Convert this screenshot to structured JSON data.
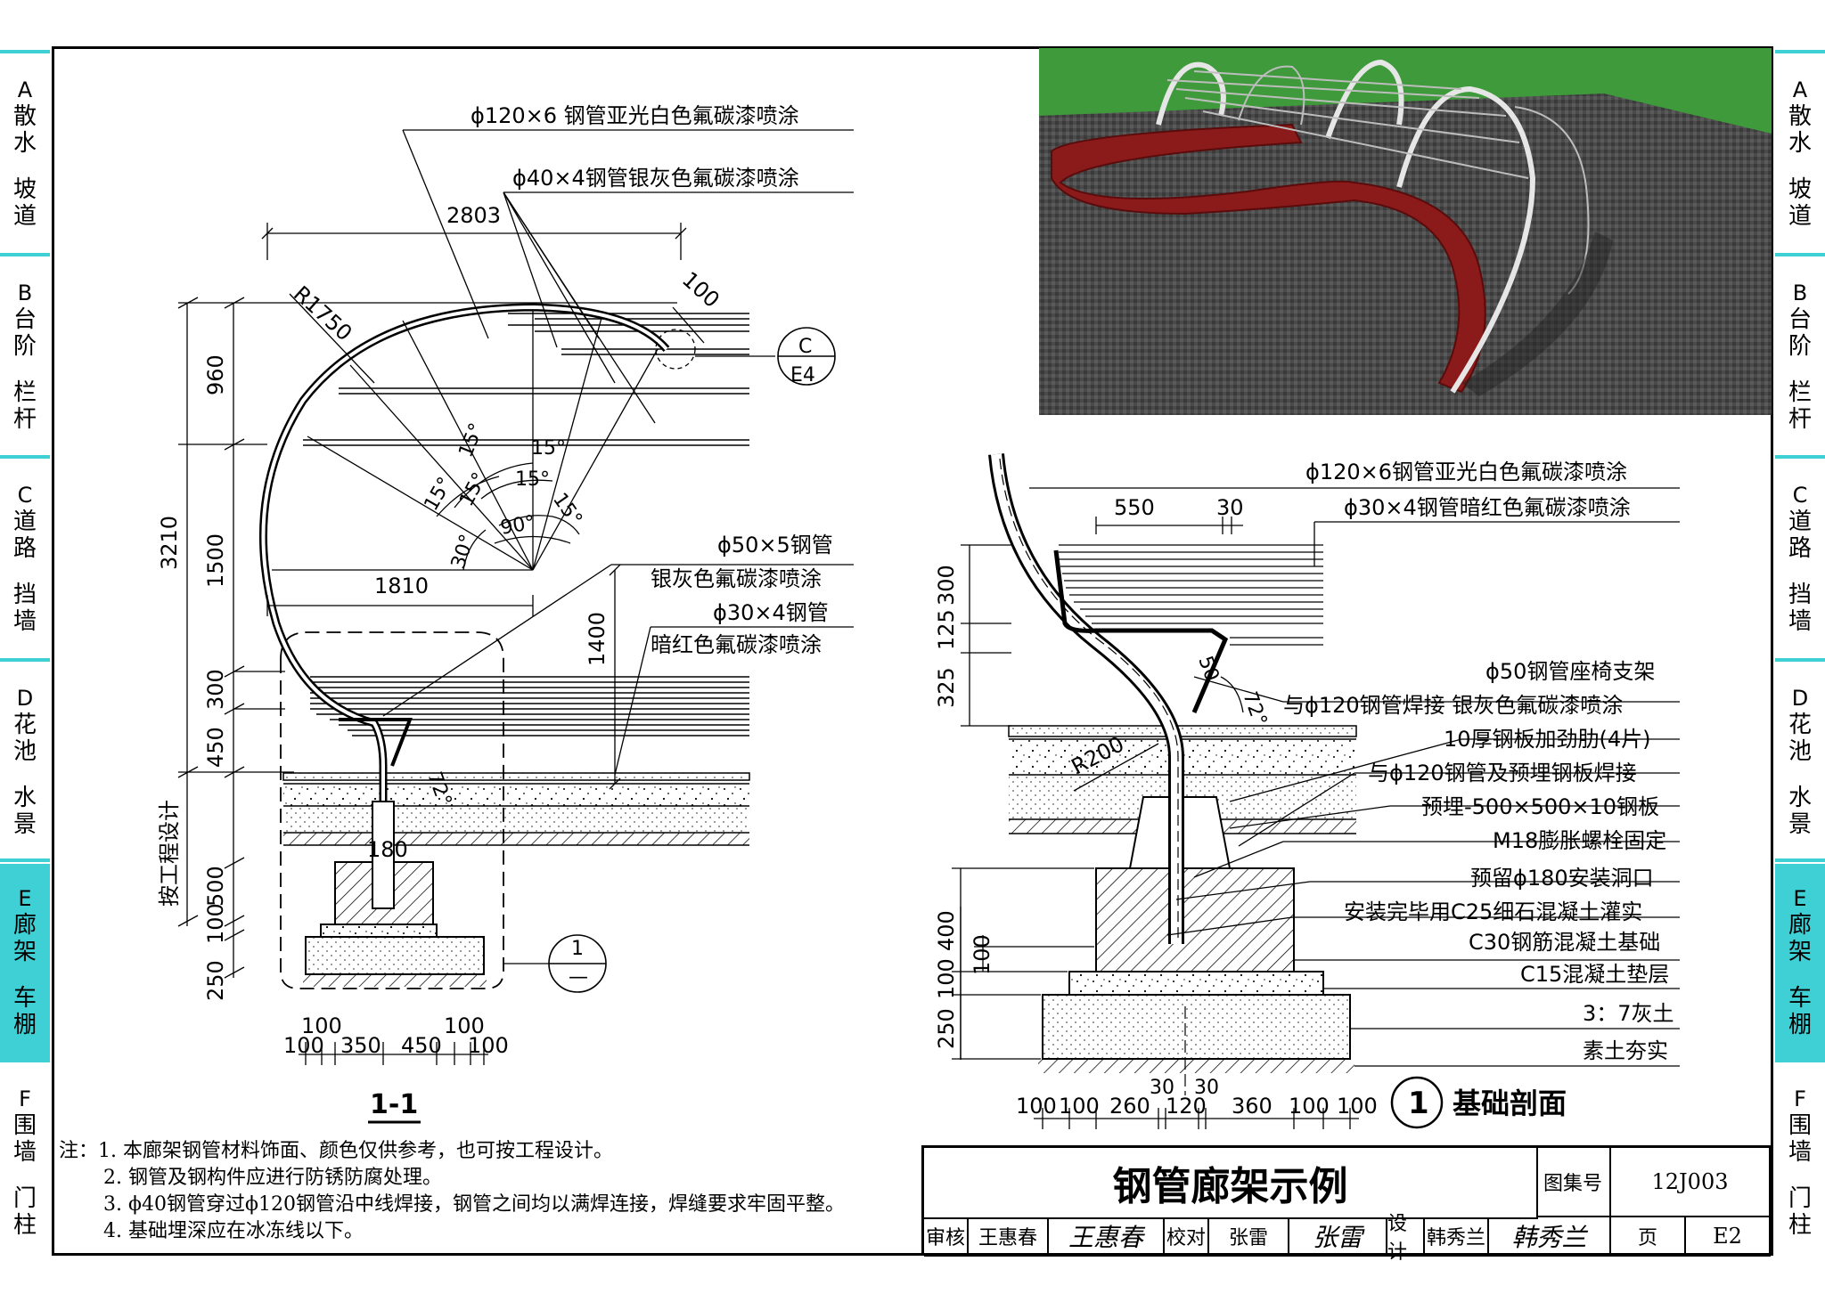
{
  "side_tabs_left": [
    {
      "code": "A",
      "l1": "散水",
      "l2": "坡道"
    },
    {
      "code": "B",
      "l1": "台阶",
      "l2": "栏杆"
    },
    {
      "code": "C",
      "l1": "道路",
      "l2": "挡墙"
    },
    {
      "code": "D",
      "l1": "花池",
      "l2": "水景"
    },
    {
      "code": "E",
      "l1": "廊架",
      "l2": "车棚"
    },
    {
      "code": "F",
      "l1": "围墙",
      "l2": "门柱"
    }
  ],
  "active_tab": "E",
  "colors": {
    "active_tab": "#3fd0d6",
    "bench_red": "#8b1a1a",
    "lawn": "#3e9a3a",
    "pave": "#4a4a4a"
  },
  "left_drawing": {
    "labels": {
      "pipe120": "ϕ120×6 钢管亚光白色氟碳漆喷涂",
      "pipe40": "ϕ40×4钢管银灰色氟碳漆喷涂",
      "pipe50_a": "ϕ50×5钢管",
      "pipe50_b": "银灰色氟碳漆喷涂",
      "pipe30_a": "ϕ30×4钢管",
      "pipe30_b": "暗红色氟碳漆喷涂",
      "radius": "R1750",
      "per_engineering": "按工程设计",
      "section_title": "1-1"
    },
    "dims": {
      "top_width": "2803",
      "width_1810": "1810",
      "h_3210": "3210",
      "h_960": "960",
      "h_1500": "1500",
      "h_300": "300",
      "h_450": "450",
      "h_1400": "1400",
      "h_500": "500",
      "h_100": "100",
      "h_250": "250",
      "d_100_tip": "100",
      "d_180": "180",
      "b_100a": "100",
      "b_100b": "100",
      "b_350": "350",
      "b_450": "450",
      "b_100c": "100",
      "b_100d": "100"
    },
    "angles": [
      "15°",
      "15°",
      "15°",
      "15°",
      "15°",
      "15°",
      "90°",
      "30°",
      "72°"
    ],
    "detail_ref": {
      "top": "C",
      "bottom": "E4"
    },
    "section_ref": {
      "top": "1",
      "bottom": "—"
    }
  },
  "right_drawing": {
    "labels": [
      "ϕ120×6钢管亚光白色氟碳漆喷涂",
      "ϕ30×4钢管暗红色氟碳漆喷涂",
      "ϕ50钢管座椅支架",
      "与ϕ120钢管焊接 银灰色氟碳漆喷涂",
      "10厚钢板加劲肋(4片)",
      "与ϕ120钢管及预埋钢板焊接",
      "预埋-500×500×10钢板",
      "M18膨胀螺栓固定",
      "预留ϕ180安装洞口",
      "安装完毕用C25细石混凝土灌实",
      "C30钢筋混凝土基础",
      "C15混凝土垫层",
      "3：7灰土",
      "素土夯实"
    ],
    "dims": {
      "w550": "550",
      "w30": "30",
      "h300": "300",
      "h125": "125",
      "h325": "325",
      "h400": "400",
      "h100a": "100",
      "h100b": "100",
      "h250": "250",
      "angle_72": "72°",
      "d50": "50",
      "r200": "R200",
      "bottom": [
        "100",
        "100",
        "260",
        "30",
        "120",
        "30",
        "360",
        "100",
        "100"
      ]
    },
    "title_num": "1",
    "title": "基础剖面"
  },
  "notes": [
    "注：1. 本廊架钢管材料饰面、颜色仅供参考，也可按工程设计。",
    "2. 钢管及钢构件应进行防锈防腐处理。",
    "3. ϕ40钢管穿过ϕ120钢管沿中线焊接，钢管之间均以满焊连接，焊缝要求牢固平整。",
    "4. 基础埋深应在冰冻线以下。"
  ],
  "title_block": {
    "title": "钢管廊架示例",
    "atlas_label": "图集号",
    "atlas_no": "12J003",
    "review_label": "审核",
    "reviewer": "王惠春",
    "check_label": "校对",
    "checker": "张雷",
    "design_label": "设计",
    "designer": "韩秀兰",
    "page_label": "页",
    "page_no": "E2"
  }
}
